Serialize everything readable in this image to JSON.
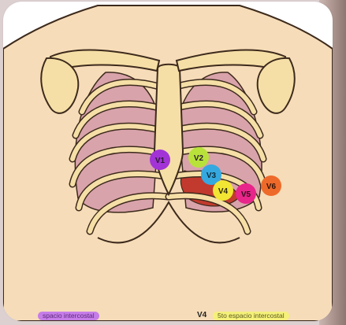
{
  "electrodes": [
    {
      "id": "v1",
      "label": "V1",
      "color": "#a233d6"
    },
    {
      "id": "v2",
      "label": "V2",
      "color": "#b8e23a"
    },
    {
      "id": "v3",
      "label": "V3",
      "color": "#35a9df"
    },
    {
      "id": "v4",
      "label": "V4",
      "color": "#f2e533"
    },
    {
      "id": "v5",
      "label": "V5",
      "color": "#e8258a"
    },
    {
      "id": "v6",
      "label": "V6",
      "color": "#ee6a2a"
    }
  ],
  "legend": {
    "left_text": "spacio intercostal",
    "v4_label": "V4",
    "right_text": "5to espacio intercostal"
  },
  "colors": {
    "skin": "#f6dcb8",
    "bone": "#f5dfa6",
    "outline": "#3d2a1c",
    "lung": "#d9a3ab",
    "heart": "#c23a2e"
  }
}
